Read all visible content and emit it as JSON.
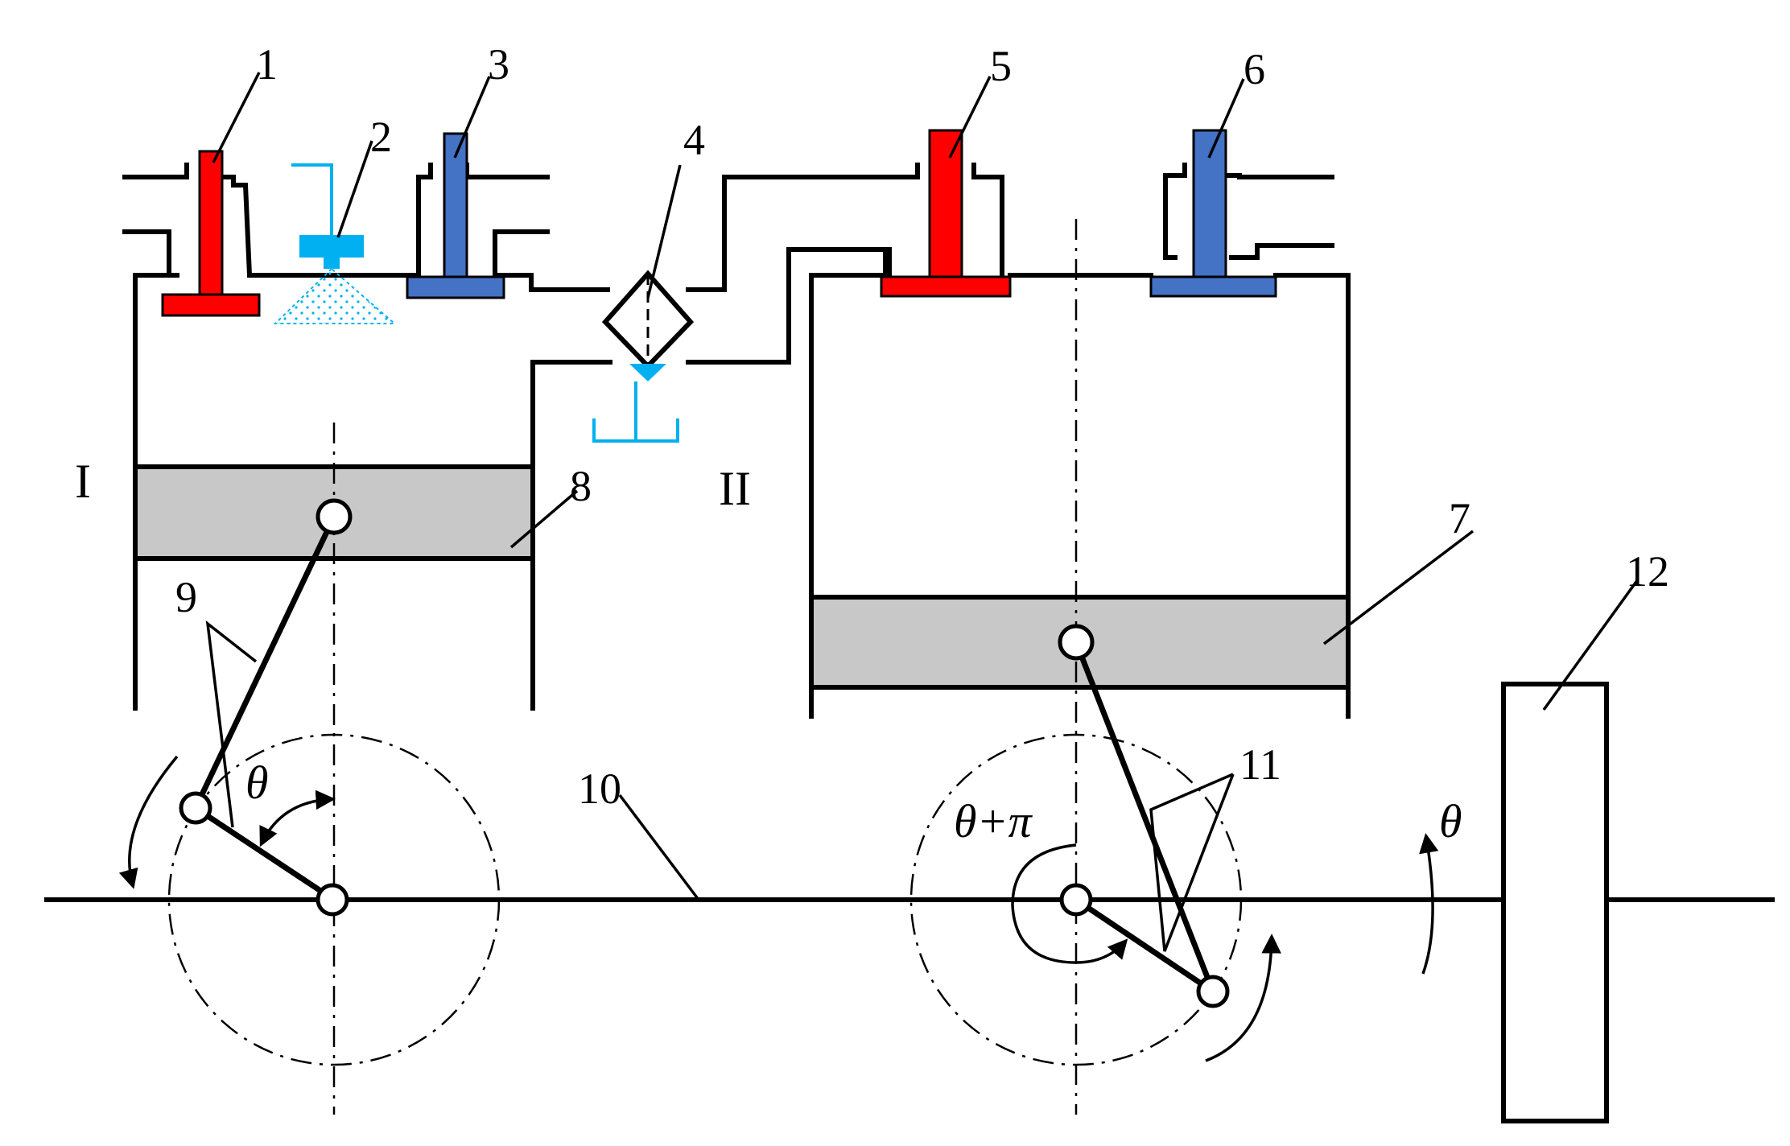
{
  "colors": {
    "hot_valve": "#ff0000",
    "cold_valve": "#4472c4",
    "injector": "#00b0f0",
    "piston_fill": "#c8c8c8",
    "line": "#000000"
  },
  "labels": {
    "n1": "1",
    "n2": "2",
    "n3": "3",
    "n4": "4",
    "n5": "5",
    "n6": "6",
    "n7": "7",
    "n8": "8",
    "n9": "9",
    "n10": "10",
    "n11": "11",
    "n12": "12",
    "cyl1": "I",
    "cyl2": "II",
    "theta_left": "θ",
    "theta_pi": "θ+π",
    "theta_right": "θ"
  }
}
